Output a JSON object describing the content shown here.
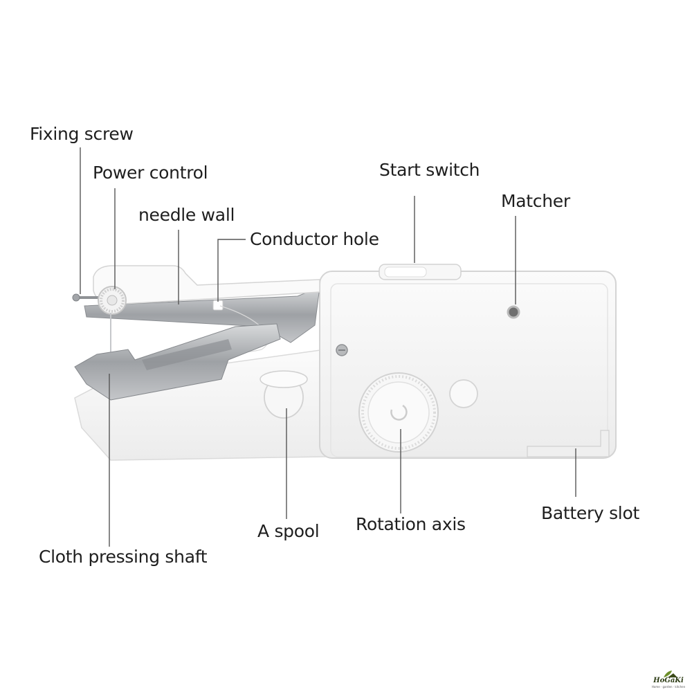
{
  "labels": {
    "fixing_screw": "Fixing screw",
    "power_control": "Power control",
    "needle_wall": "needle wall",
    "conductor_hole": "Conductor hole",
    "start_switch": "Start switch",
    "matcher": "Matcher",
    "battery_slot": "Battery slot",
    "rotation_axis": "Rotation axis",
    "a_spool": "A spool",
    "cloth_pressing_shaft": "Cloth pressing shaft"
  },
  "logo": {
    "name": "HoGaKi",
    "tagline": "Home · garden · kitchen"
  },
  "colors": {
    "body": "#f4f4f4",
    "outline": "#d6d6d6",
    "metal": "#a9acb0",
    "leader_line": "#555555",
    "text": "#1e1e1e"
  }
}
